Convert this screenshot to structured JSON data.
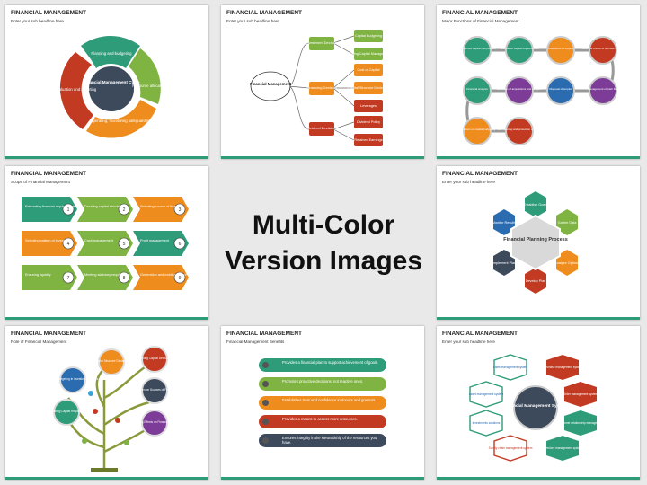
{
  "center_caption": [
    "Multi-Color",
    "Version Images"
  ],
  "slides": [
    {
      "title": "FINANCIAL MANAGEMENT",
      "subtitle": "Enter your sub headline here",
      "center": "Financial Management Cycle",
      "segments": [
        "Planning and budgeting",
        "Resource allocation",
        "Operating, monitoring safeguarding",
        "Evaluation and reporting"
      ]
    },
    {
      "title": "FINANCIAL MANAGEMENT",
      "subtitle": "Enter your sub headline here",
      "root": "Financial Management",
      "branches": [
        {
          "label": "Investment Decision",
          "leaves": [
            "Capital Budgeting",
            "Working Capital Management"
          ]
        },
        {
          "label": "Financing Decision",
          "leaves": [
            "Cost of Capital",
            "Capital Structure Decisions",
            "Leverages"
          ]
        },
        {
          "label": "Dividend Decisions",
          "leaves": [
            "Dividend Policy",
            "Retained Earnings"
          ]
        }
      ]
    },
    {
      "title": "FINANCIAL MANAGEMENT",
      "subtitle": "Major Functions of Financial Management",
      "nodes": [
        "Investment capital composition",
        "Estimation capital requirements",
        "Investment of surplus",
        "Make the choice of sources of funds",
        "Financial analysis",
        "Selection of acquisitions and mergers",
        "Disposal of surplus",
        "Management of cash flow",
        "Decisions on capital budgeting",
        "Tax Planning and protection of assets"
      ]
    },
    {
      "title": "FINANCIAL MANAGEMENT",
      "subtitle": "Scope of Financial Management",
      "items": [
        {
          "n": "1",
          "text": "Estimating financial requirements"
        },
        {
          "n": "2",
          "text": "Deciding capital structure"
        },
        {
          "n": "3",
          "text": "Selecting source of finance"
        },
        {
          "n": "4",
          "text": "Selecting pattern of investment"
        },
        {
          "n": "5",
          "text": "Cash management"
        },
        {
          "n": "6",
          "text": "Profit management"
        },
        {
          "n": "7",
          "text": "Ensuring liquidity"
        },
        {
          "n": "8",
          "text": "Meeting statutory requirement"
        },
        {
          "n": "9",
          "text": "Generation and mobilization of resources"
        }
      ]
    },
    {
      "title": "FINANCIAL MANAGEMENT",
      "subtitle": "Enter your sub headline here",
      "center": "Financial Planning Process",
      "petals": [
        "Establish Goals",
        "Gather Data",
        "Analyze Options",
        "Develop Plan",
        "Implement Plan",
        "Monitor Results"
      ]
    },
    {
      "title": "FINANCIAL MANAGEMENT",
      "subtitle": "Role of Financial Management",
      "circles": [
        "Capital Budgeting in investing Decisions",
        "Capital Structure Decisions",
        "Working Capital Decisions",
        "Decision on Sources of Finance",
        "Forecasting Capital Requirement",
        "Understanding Effects on Financial Statements"
      ]
    },
    {
      "title": "FINANCIAL MANAGEMENT",
      "subtitle": "Financial Management Benefits",
      "rows": [
        "Provides a financial plan to support achievement of goals.",
        "Promotes proactive decisions, not reactive ones.",
        "Establishes trust and confidence in donors and grantors.",
        "Provides a means to access more resources.",
        "Ensures integrity in the stewardship of the resources you have."
      ]
    },
    {
      "title": "FINANCIAL MANAGEMENT",
      "subtitle": "Enter your sub headline here",
      "center": "Financial Management System",
      "modules": [
        "Sales management system",
        "Purchase management system",
        "Asset management system",
        "Order management system",
        "Investments solutions",
        "Customer relationship management",
        "Supply chain management system",
        "Inventory management system"
      ]
    }
  ],
  "colors": {
    "teal": "#2e9b79",
    "green": "#7fb342",
    "orange": "#ef8c1e",
    "red": "#c33a22",
    "blue": "#2b6cb0",
    "dark": "#3d4a5c",
    "purple": "#7d3c98",
    "sky": "#3aa3d6"
  }
}
